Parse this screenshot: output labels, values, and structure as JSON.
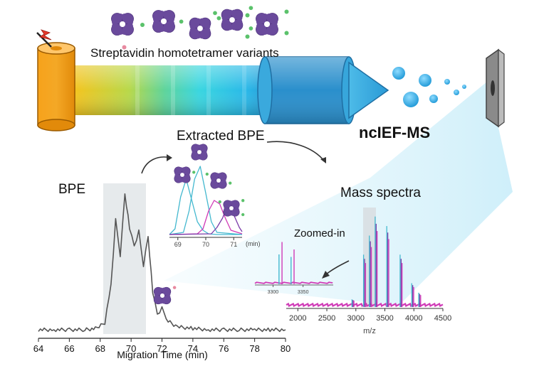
{
  "header": {
    "title": "Streptavidin homotetramer variants",
    "method": "ncIEF-MS"
  },
  "labels": {
    "extracted": "Extracted BPE",
    "bpe": "BPE",
    "mass_spectra": "Mass spectra",
    "zoomed": "Zoomed-in"
  },
  "colors": {
    "protein": "#6a4a9c",
    "ligand": "#5bc26b",
    "tag": "#e88aa0",
    "capillary_end": "#f59c12",
    "magenta": "#d03bb7",
    "cyan": "#43b8cf",
    "purple": "#7a3aa8",
    "trace": "#555555"
  },
  "bpe_plot": {
    "xlabel": "Migration Time (min)",
    "ticks": [
      "64",
      "66",
      "68",
      "70",
      "72",
      "74",
      "76",
      "78",
      "80"
    ]
  },
  "extracted_plot": {
    "ticks": [
      "69",
      "70",
      "71"
    ],
    "unit": "(min)"
  },
  "mass_plot": {
    "xlabel": "m/z",
    "ticks": [
      "2000",
      "2500",
      "3000",
      "3500",
      "4000",
      "4500"
    ]
  },
  "zoom_plot": {
    "ticks": [
      "3300",
      "3350"
    ]
  },
  "chart_data": [
    {
      "type": "line",
      "title": "",
      "xlabel": "Migration Time (min)",
      "ylabel": "",
      "xlim": [
        64,
        80
      ],
      "series": [
        {
          "x": [
            64.0,
            65.0,
            66.0,
            67.0,
            67.8,
            68.3,
            68.7,
            69.0,
            69.3,
            69.6,
            69.9,
            70.2,
            70.5,
            70.8,
            71.1,
            71.4,
            71.7,
            72.0,
            72.4,
            73.0,
            74.0,
            75.0,
            76.0,
            77.0,
            78.0,
            79.0,
            80.0
          ],
          "y": [
            3,
            3,
            3,
            3,
            4,
            8,
            35,
            80,
            55,
            98,
            75,
            62,
            72,
            48,
            68,
            30,
            14,
            18,
            9,
            5,
            4,
            3,
            3,
            3,
            3,
            3,
            3
          ]
        }
      ]
    },
    {
      "type": "line",
      "title": "",
      "xlabel": "(min)",
      "ylabel": "",
      "xlim": [
        68.7,
        71.3
      ],
      "series": [
        {
          "x": [
            68.7,
            68.9,
            69.1,
            69.3,
            69.5,
            69.7,
            69.9,
            70.1,
            70.4,
            71.3
          ],
          "y": [
            2,
            10,
            55,
            80,
            50,
            20,
            8,
            3,
            2,
            2
          ]
        },
        {
          "x": [
            68.7,
            69.2,
            69.4,
            69.6,
            69.8,
            70.0,
            70.2,
            70.4,
            71.3
          ],
          "y": [
            2,
            5,
            35,
            80,
            98,
            60,
            20,
            5,
            2
          ]
        },
        {
          "x": [
            68.7,
            69.7,
            69.9,
            70.1,
            70.3,
            70.5,
            70.7,
            70.9,
            71.3
          ],
          "y": [
            2,
            3,
            10,
            35,
            50,
            45,
            25,
            8,
            3
          ]
        },
        {
          "x": [
            68.7,
            70.2,
            70.4,
            70.6,
            70.8,
            71.0,
            71.2,
            71.3
          ],
          "y": [
            2,
            3,
            12,
            25,
            45,
            30,
            12,
            6
          ]
        }
      ]
    },
    {
      "type": "bar",
      "title": "",
      "xlabel": "m/z",
      "ylabel": "",
      "xlim": [
        1800,
        4500
      ],
      "categories": [
        2950,
        3150,
        3250,
        3350,
        3550,
        3780,
        3980,
        4100
      ],
      "values": [
        8,
        55,
        75,
        95,
        85,
        55,
        25,
        15
      ]
    },
    {
      "type": "bar",
      "title": "",
      "xlabel": "",
      "ylabel": "",
      "xlim": [
        3270,
        3400
      ],
      "categories": [
        3310,
        3315,
        3330,
        3335
      ],
      "values": [
        60,
        85,
        55,
        70
      ]
    }
  ]
}
